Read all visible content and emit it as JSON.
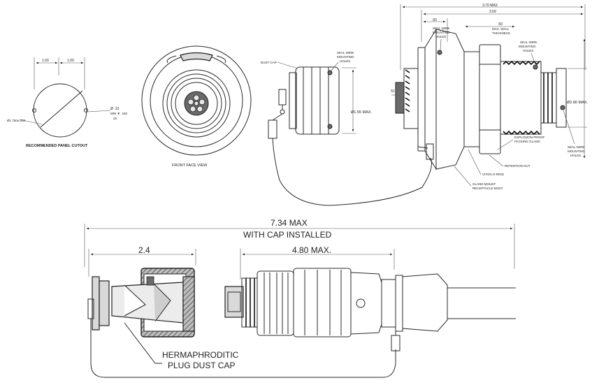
{
  "panel_cutout": {
    "dim_left": "1.00",
    "dim_right": "1.00",
    "dia_main": "Ø1.750±.002",
    "dia_hole": "Ø .10",
    "hole_depth": "MIN ▼ .150",
    "hole_count": "2X",
    "caption": "RECOMMENDED PANEL CUTOUT"
  },
  "front_face": {
    "caption": "FRONT FACE VIEW"
  },
  "dust_cap_view": {
    "label_dust_cap": "DUST CAP",
    "label_seal_wire_1": "SEAL WIRE",
    "label_seal_wire_2": "MOUNTING",
    "label_seal_wire_3": "HOLES",
    "dia": "Ø1.55 MAX."
  },
  "side_view": {
    "dim_total": "3.70 MAX",
    "dim_body": "3.09",
    "dim_flange": ".60",
    "dim_wall_1": ".50",
    "dim_wall_2": "MAX. WALL",
    "dim_wall_3": "THICKNESS",
    "dim_left": ".51",
    "dia_right": "Ø2.80 MAX.",
    "label_seal_a_1": "SEAL WIRE",
    "label_seal_a_2": "MOUNTING",
    "label_seal_a_3": "HOLES",
    "label_seal_b_1": "SEAL WIRE",
    "label_seal_b_2": "MOUNTING",
    "label_seal_b_3": "HOLES",
    "label_seal_c_1": "SEAL WIRE",
    "label_seal_c_2": "MOUNTING",
    "label_seal_c_3": "HOLES",
    "label_gland_1": "EXPLOSION PROOF",
    "label_gland_2": "PACKING GLAND",
    "label_retention": "RETENTION NUT",
    "label_oring": "VITON O-RING",
    "label_body_1": "GLAND MOUNT",
    "label_body_2": "RECEPTACLE BODY"
  },
  "plug_view": {
    "dim_total_1": "7.34 MAX",
    "dim_total_2": "WITH CAP INSTALLED",
    "dim_cap": "2.4",
    "dim_plug": "4.80 MAX.",
    "label_cap_1": "HERMAPHRODITIC",
    "label_cap_2": "PLUG DUST CAP"
  }
}
